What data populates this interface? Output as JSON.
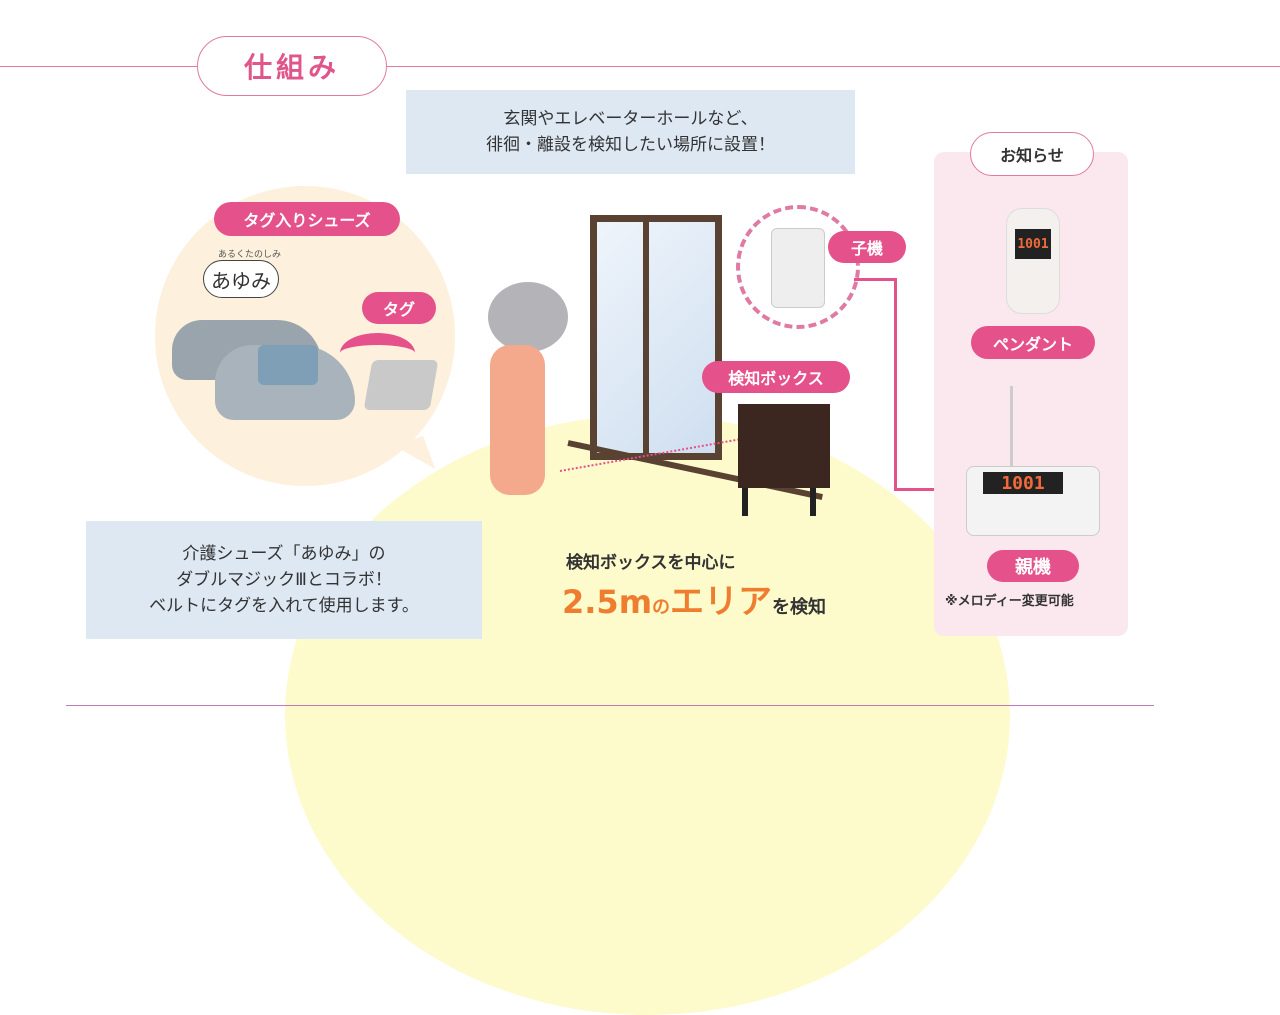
{
  "title": "仕組み",
  "top_note": [
    "玄関やエレベーターホールなど、",
    "徘徊・離設を検知したい場所に設置！"
  ],
  "shoes": {
    "label": "タグ入りシューズ",
    "brand_small": "あるくたのしみ",
    "brand": "あゆみ",
    "tag_label": "タグ"
  },
  "bottom_note": [
    "介護シューズ「あゆみ」の",
    "ダブルマジックⅢとコラボ！",
    "ベルトにタグを入れて使用します。"
  ],
  "devices": {
    "child": "子機",
    "detector": "検知ボックス"
  },
  "area": {
    "line1": "検知ボックスを中心に",
    "distance": "2.5m",
    "no": "の",
    "area_word": "エリア",
    "suffix": "を検知"
  },
  "notify": {
    "header": "お知らせ",
    "pendant": "ペンダント",
    "pendant_display": "1001",
    "parent": "親機",
    "parent_display": "1001",
    "note": "※メロディー変更可能"
  },
  "colors": {
    "accent": "#e5518a",
    "orange": "#ef7d2f"
  }
}
